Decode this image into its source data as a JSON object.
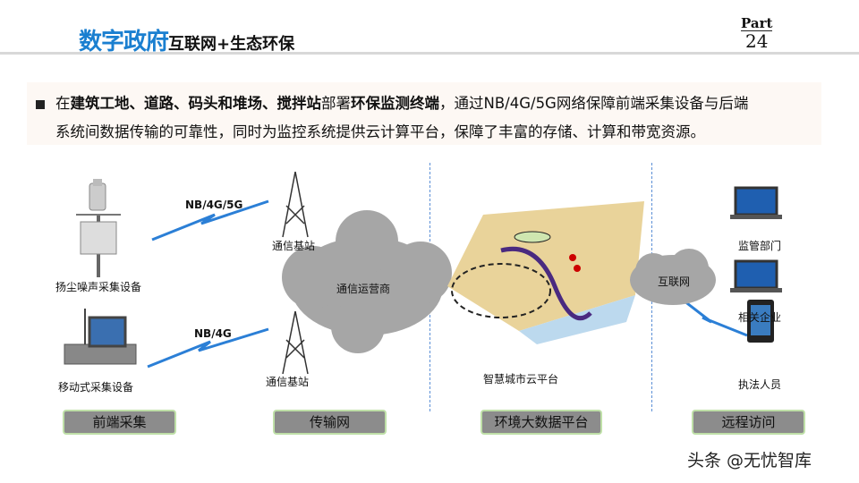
{
  "header": {
    "title_highlight": "数字政府",
    "title_rest": "互联网+生态环保",
    "part_label": "Part",
    "part_number": "24"
  },
  "description": {
    "line1": [
      {
        "t": "在",
        "b": false
      },
      {
        "t": "建筑工地、道路、码头和堆场、搅拌站",
        "b": true
      },
      {
        "t": "部署",
        "b": false
      },
      {
        "t": "环保监测终端",
        "b": true
      },
      {
        "t": "，通过NB/4G/5G网络保障前端采集设备与后端",
        "b": false
      }
    ],
    "line2": "系统间数据传输的可靠性，同时为监控系统提供云计算平台，保障了丰富的存储、计算和带宽资源。"
  },
  "diagram": {
    "dust_device": "扬尘噪声采集设备",
    "mobile_device": "移动式采集设备",
    "link_top": "NB/4G/5G",
    "link_bottom": "NB/4G",
    "tower_top": "通信基站",
    "tower_bottom": "通信基站",
    "operator_cloud": "通信运营商",
    "platform": "智慧城市云平台",
    "internet_cloud": "互联网",
    "client1": "监管部门",
    "client2": "相关企业",
    "client3": "执法人员"
  },
  "stages": [
    "前端采集",
    "传输网",
    "环境大数据平台",
    "远程访问"
  ],
  "watermark": "头条 @无忧智库",
  "colors": {
    "accent": "#1a7fd0",
    "stage_bg": "#8c8c8c",
    "cloud": "#a6a6a6",
    "link": "#2b7fd6"
  }
}
